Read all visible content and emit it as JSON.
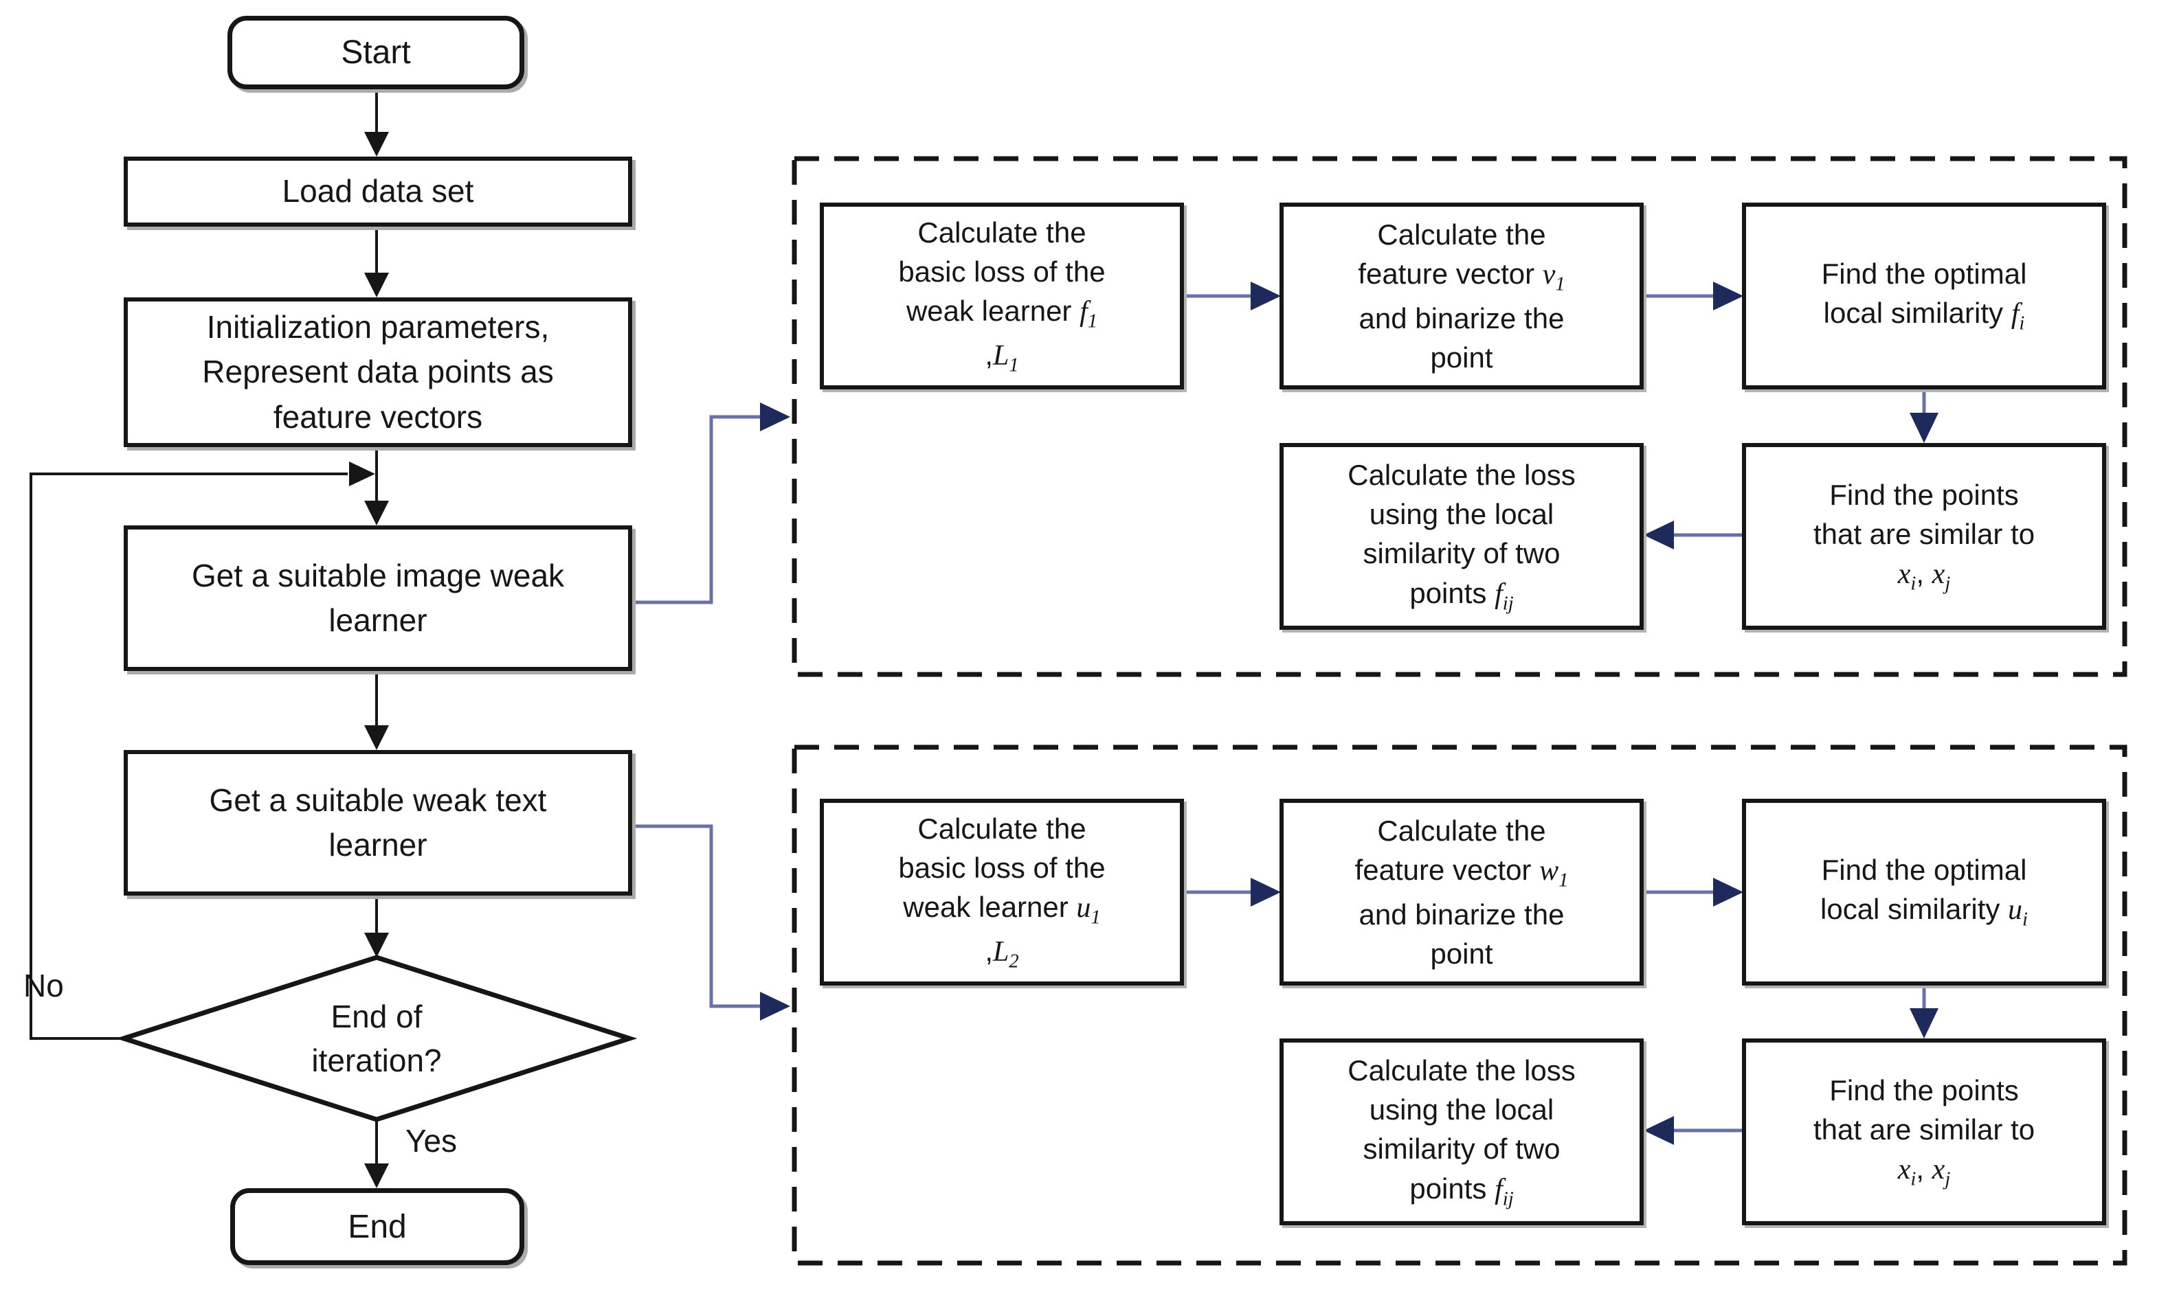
{
  "colors": {
    "background": "#ffffff",
    "outline": "#161616",
    "connector_line_black": "#161616",
    "connector_line_blue": "#6872a5",
    "connector_arrow_navy": "#1e2a5c",
    "box_shadow_gray": "#ababab"
  },
  "nodes": {
    "start": {
      "label": "Start"
    },
    "load": {
      "label": "Load data set"
    },
    "init": {
      "label": "Initialization parameters,\nRepresent data points as\nfeature vectors"
    },
    "image_learner": {
      "label": "Get a suitable image weak\nlearner"
    },
    "text_learner": {
      "label": "Get a suitable weak text\nlearner"
    },
    "decision": {
      "label": "End of\niteration?"
    },
    "end": {
      "label": "End"
    }
  },
  "edge_labels": {
    "no": "No",
    "yes": "Yes"
  },
  "groups": {
    "image": {
      "steps": [
        {
          "segments": [
            [
              "t",
              "Calculate the\nbasic loss of the\nweak learner "
            ],
            [
              "m",
              "f"
            ],
            [
              "b",
              "1"
            ],
            [
              "t",
              "\n,"
            ],
            [
              "m",
              "L"
            ],
            [
              "b",
              "1"
            ]
          ]
        },
        {
          "segments": [
            [
              "t",
              "Calculate the\nfeature vector "
            ],
            [
              "m",
              "v"
            ],
            [
              "b",
              "1"
            ],
            [
              "t",
              "\nand binarize the\npoint"
            ]
          ]
        },
        {
          "segments": [
            [
              "t",
              "Find the optimal\nlocal similarity "
            ],
            [
              "m",
              "f"
            ],
            [
              "b",
              "i"
            ]
          ]
        },
        {
          "segments": [
            [
              "t",
              "Find the points\nthat are similar to\n"
            ],
            [
              "m",
              "x"
            ],
            [
              "b",
              "i"
            ],
            [
              "t",
              ", "
            ],
            [
              "m",
              "x"
            ],
            [
              "b",
              "j"
            ]
          ]
        },
        {
          "segments": [
            [
              "t",
              "Calculate the loss\nusing the local\nsimilarity of two\npoints "
            ],
            [
              "m",
              "f"
            ],
            [
              "b",
              "ij"
            ]
          ]
        }
      ]
    },
    "text": {
      "steps": [
        {
          "segments": [
            [
              "t",
              "Calculate the\nbasic loss of the\nweak learner "
            ],
            [
              "m",
              "u"
            ],
            [
              "b",
              "1"
            ],
            [
              "t",
              "\n,"
            ],
            [
              "m",
              "L"
            ],
            [
              "b",
              "2"
            ]
          ]
        },
        {
          "segments": [
            [
              "t",
              "Calculate the\nfeature vector "
            ],
            [
              "m",
              "w"
            ],
            [
              "b",
              "1"
            ],
            [
              "t",
              "\nand binarize the\npoint"
            ]
          ]
        },
        {
          "segments": [
            [
              "t",
              "Find the optimal\nlocal similarity "
            ],
            [
              "m",
              "u"
            ],
            [
              "b",
              "i"
            ]
          ]
        },
        {
          "segments": [
            [
              "t",
              "Find the points\nthat are similar to\n"
            ],
            [
              "m",
              "x"
            ],
            [
              "b",
              "i"
            ],
            [
              "t",
              ", "
            ],
            [
              "m",
              "x"
            ],
            [
              "b",
              "j"
            ]
          ]
        },
        {
          "segments": [
            [
              "t",
              "Calculate the loss\nusing the local\nsimilarity of two\npoints "
            ],
            [
              "m",
              "f"
            ],
            [
              "b",
              "ij"
            ]
          ]
        }
      ]
    }
  }
}
